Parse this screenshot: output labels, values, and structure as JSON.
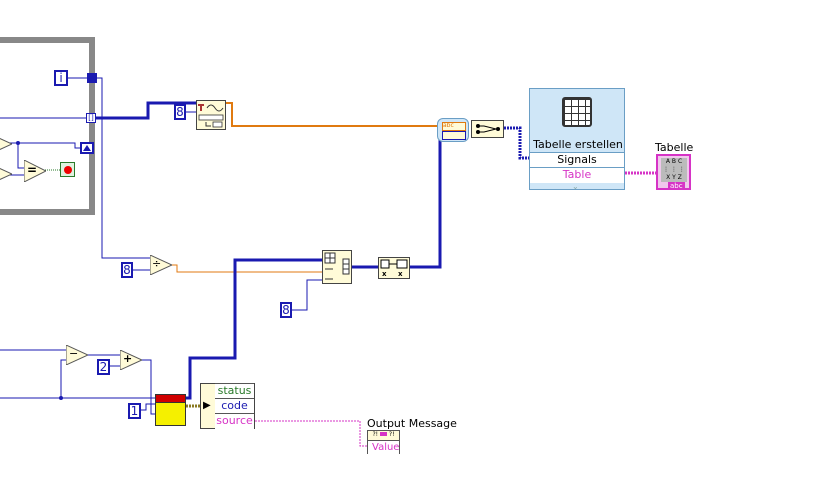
{
  "diagram": {
    "loop": {
      "iteration_terminal": "i",
      "tunnel_glyph": "[]"
    },
    "constants": {
      "channels_top": "8",
      "divide_constant": "8",
      "index_length": "8",
      "add_constant": "2",
      "select_constant": "1"
    },
    "operators": {
      "equal": "=",
      "divide": "÷",
      "subtract": "−",
      "add": "+"
    },
    "express_vi": {
      "title": "Tabelle erstellen",
      "input_signals": "Signals",
      "output_table": "Table"
    },
    "table_indicator": {
      "label": "Tabelle",
      "headers": [
        "A",
        "B",
        "C"
      ],
      "rows": [
        [
          "⋮",
          "⋮",
          "⋮"
        ],
        [
          "X",
          "Y",
          "Z"
        ]
      ],
      "type_label": "abc"
    },
    "error_cluster": {
      "fields": [
        "status",
        "code",
        "source"
      ]
    },
    "output_message": {
      "label": "Output Message",
      "property": "Value",
      "glyph": "?!"
    },
    "colors": {
      "integer_wire": "#1a1ab0",
      "double_wire": "#e07a10",
      "string_wire": "#d633c6",
      "loop_frame": "#888888",
      "node_fill": "#fffbd8",
      "express_fill": "#cfe6f7",
      "error_yellow": "#f5f000",
      "error_red": "#d00000"
    },
    "icons": {
      "waveform": "waveform-generator-icon",
      "build_array": "build-array-icon",
      "index_array": "index-array-icon",
      "transpose": "transpose-array-icon",
      "merge_signals": "merge-signals-icon",
      "stop": "stop-button-icon",
      "shift_register": "shift-register-icon"
    }
  }
}
